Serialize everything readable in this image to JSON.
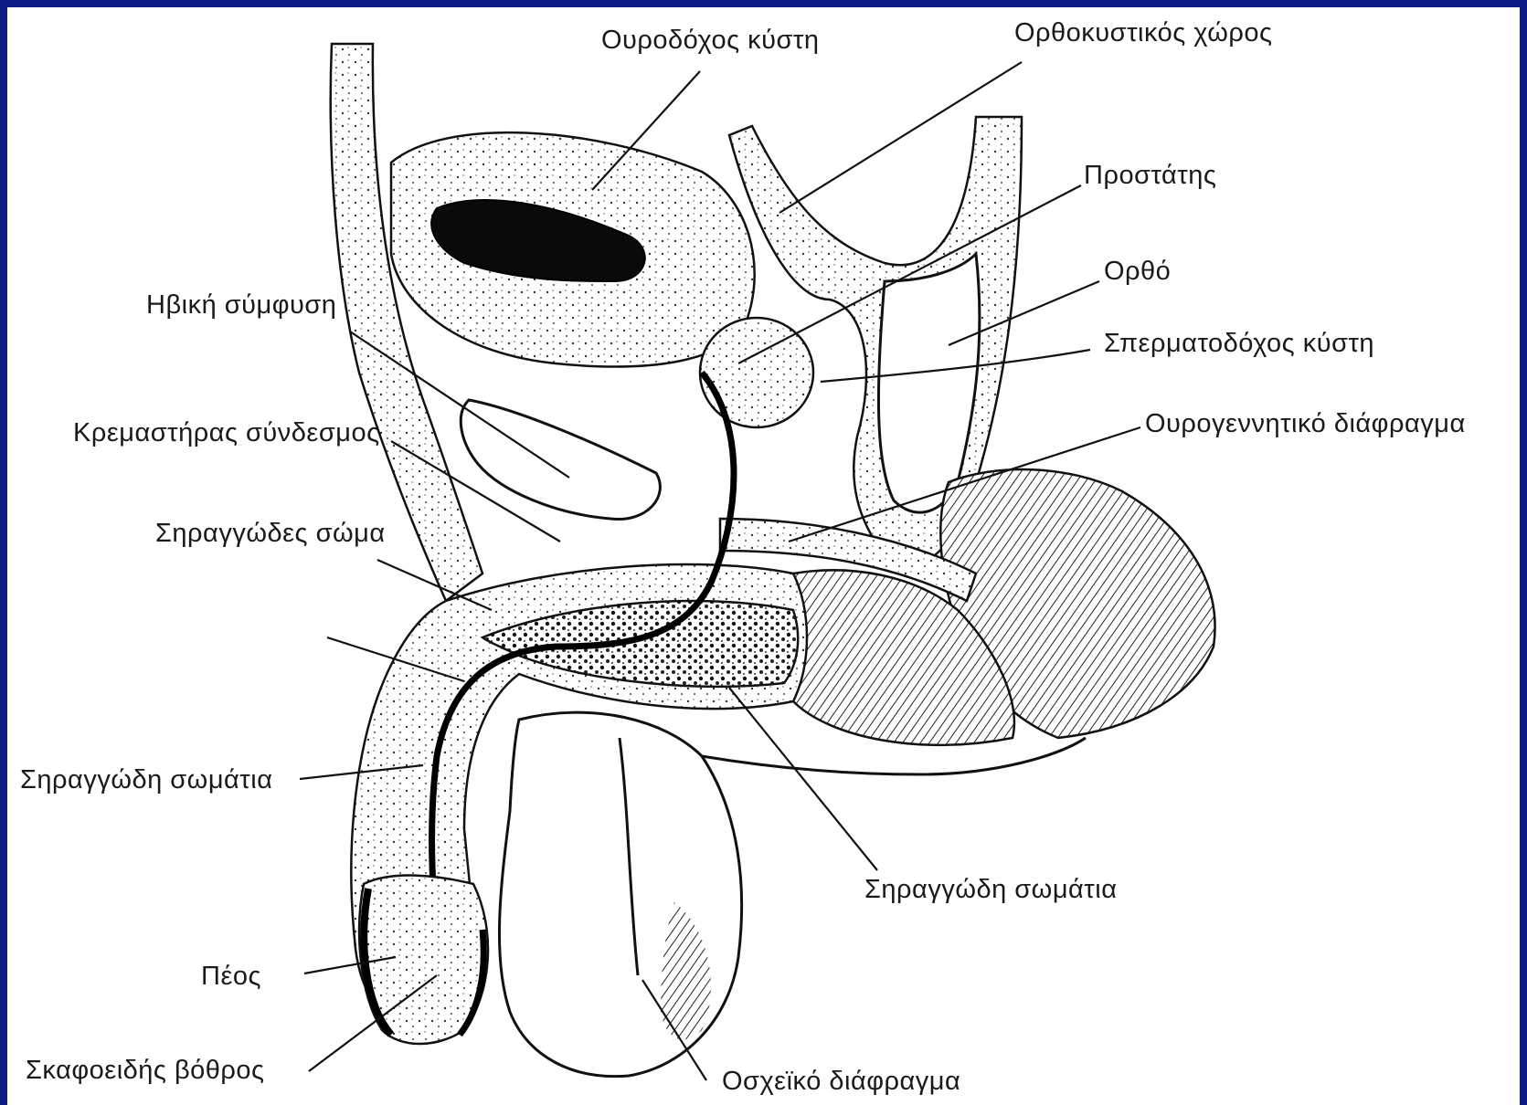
{
  "labels": {
    "bladder": "Ουροδόχος κύστη",
    "rectovesical_space": "Ορθοκυστικός χώρος",
    "prostate": "Προστάτης",
    "rectum": "Ορθό",
    "pubic_symphysis": "Ηβική σύμφυση",
    "seminal_vesicle": "Σπερματοδόχος κύστη",
    "suspensory_ligament": "Κρεμαστήρας σύνδεσμος",
    "urogenital_diaphragm": "Ουρογεννητικό διάφραγμα",
    "spongy_body": "Σηραγγώδες σώμα",
    "cavernous_bodies_left": "Σηραγγώδη σωμάτια",
    "cavernous_bodies_right": "Σηραγγώδη σωμάτια",
    "penis": "Πέος",
    "navicular_fossa": "Σκαφοειδής βόθρος",
    "scrotal_septum": "Οσχεϊκό διάφραγμα"
  },
  "colors": {
    "frame": "#0b1a86",
    "background": "#ffffff",
    "ink": "#111111"
  }
}
